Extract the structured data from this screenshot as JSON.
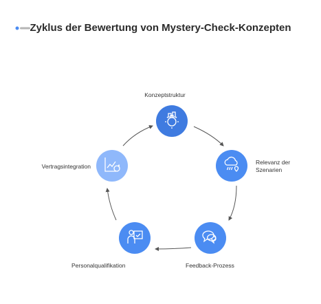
{
  "title": "Zyklus der Bewertung von Mystery-Check-Konzepten",
  "colors": {
    "node_dark": "#3f7be0",
    "node_mid": "#4b8cf2",
    "node_light": "#8fb8fb",
    "arrow": "#555555",
    "text": "#333333"
  },
  "nodes": [
    {
      "label": "Konzeptstruktur",
      "icon": "structure-gear-icon",
      "tone": "dark"
    },
    {
      "label": "Relevanz der Szenarien",
      "icon": "cloud-rain-location-icon",
      "tone": "mid"
    },
    {
      "label": "Feedback-Prozess",
      "icon": "speech-bubbles-icon",
      "tone": "mid"
    },
    {
      "label": "Personalqualifikation",
      "icon": "person-checkmark-icon",
      "tone": "mid"
    },
    {
      "label": "Vertragsintegration",
      "icon": "chart-refresh-icon",
      "tone": "light"
    }
  ]
}
